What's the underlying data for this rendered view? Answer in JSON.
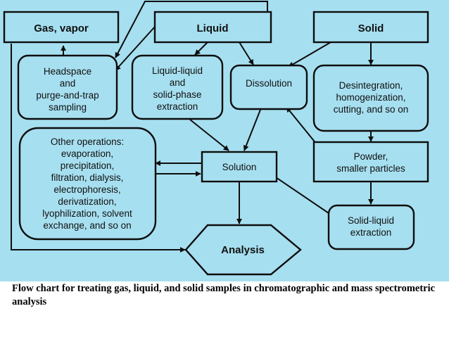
{
  "diagram": {
    "nodes": {
      "gas": {
        "lines": [
          "Gas, vapor"
        ]
      },
      "liquid": {
        "lines": [
          "Liquid"
        ]
      },
      "solid": {
        "lines": [
          "Solid"
        ]
      },
      "headspace": {
        "lines": [
          "Headspace",
          "and",
          "purge-and-trap",
          "sampling"
        ]
      },
      "llse": {
        "lines": [
          "Liquid-liquid",
          "and",
          "solid-phase",
          "extraction"
        ]
      },
      "dissolution": {
        "lines": [
          "Dissolution"
        ]
      },
      "disint": {
        "lines": [
          "Desintegration,",
          "homogenization,",
          "cutting, and so on"
        ]
      },
      "other": {
        "lines": [
          "Other operations:",
          "evaporation,",
          "precipitation,",
          "filtration, dialysis,",
          "electrophoresis,",
          "derivatization,",
          "lyophilization, solvent",
          "exchange, and so on"
        ]
      },
      "solution": {
        "lines": [
          "Solution"
        ]
      },
      "powder": {
        "lines": [
          "Powder,",
          "smaller particles"
        ]
      },
      "slext": {
        "lines": [
          "Solid-liquid",
          "extraction"
        ]
      },
      "analysis": {
        "lines": [
          "Analysis"
        ]
      }
    }
  },
  "caption": "Flow chart for treating gas, liquid, and solid samples in chromatographic and mass spectrometric analysis"
}
